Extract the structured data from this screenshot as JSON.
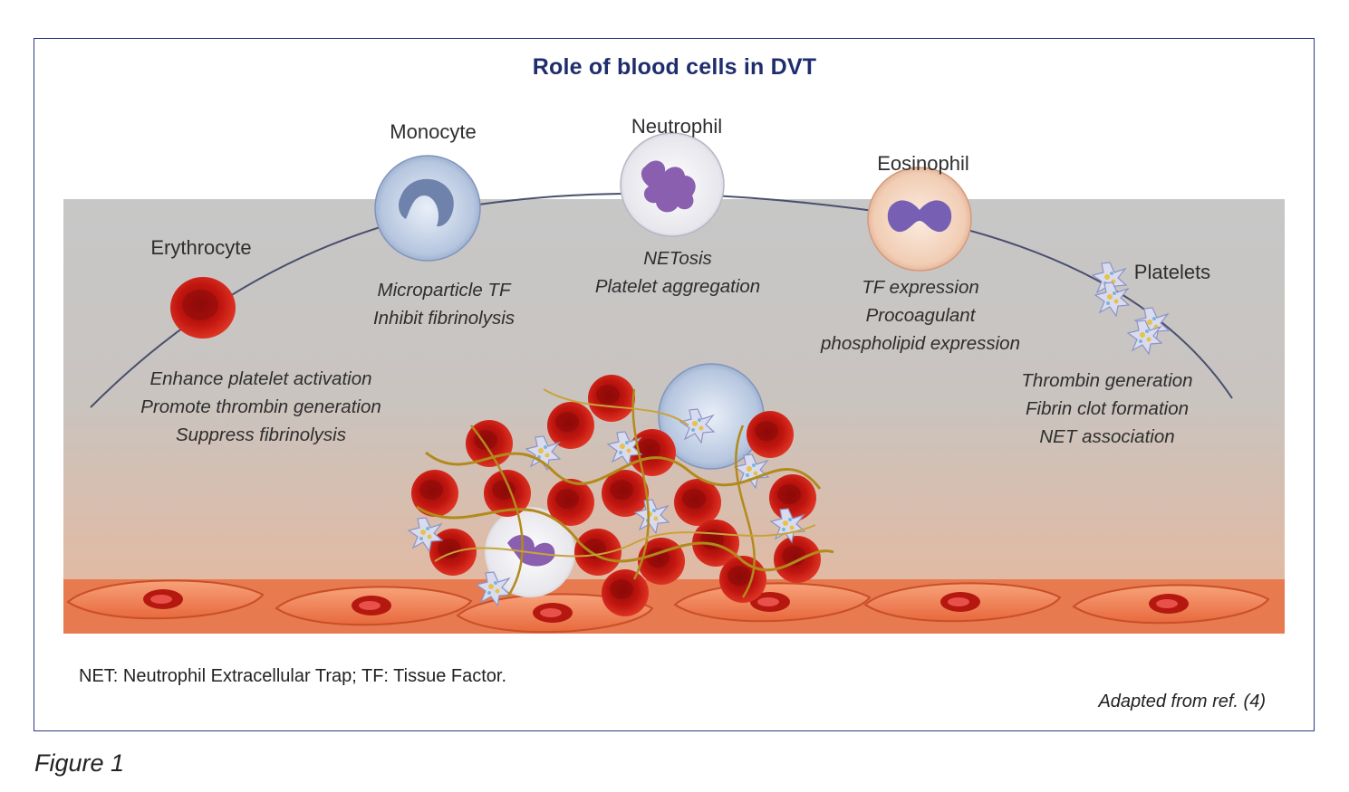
{
  "figure": {
    "title": "Role of blood cells in DVT",
    "footnote": "NET: Neutrophil Extracellular Trap; TF: Tissue Factor.",
    "source": "Adapted from ref. (4)",
    "label": "Figure 1"
  },
  "cells": [
    {
      "id": "erythrocyte",
      "name": "Erythrocyte",
      "functions": [
        "Enhance platelet activation",
        "Promote thrombin generation",
        "Suppress fibrinolysis"
      ]
    },
    {
      "id": "monocyte",
      "name": "Monocyte",
      "functions": [
        "Microparticle TF",
        "Inhibit fibrinolysis"
      ]
    },
    {
      "id": "neutrophil",
      "name": "Neutrophil",
      "functions": [
        "NETosis",
        "Platelet aggregation"
      ]
    },
    {
      "id": "eosinophil",
      "name": "Eosinophil",
      "functions": [
        "TF expression",
        "Procoagulant",
        "phospholipid expression"
      ]
    },
    {
      "id": "platelets",
      "name": "Platelets",
      "functions": [
        "Thrombin generation",
        "Fibrin clot formation",
        "NET association"
      ]
    }
  ],
  "colors": {
    "title": "#1f2d6e",
    "frame": "#2b3a80",
    "erythrocyte": "#c41a14",
    "monocyte": "#aebfd8",
    "neutrophil_nucleus": "#8a5fb0",
    "eosinophil_cytoplasm": "#f1cdb4",
    "endothelium": "#f08a5e",
    "fibrin": "#b28a1c"
  },
  "icons": [
    "erythrocyte-icon",
    "monocyte-icon",
    "neutrophil-icon",
    "eosinophil-icon",
    "platelet-icon",
    "thrombus-icon",
    "endothelium-icon"
  ]
}
